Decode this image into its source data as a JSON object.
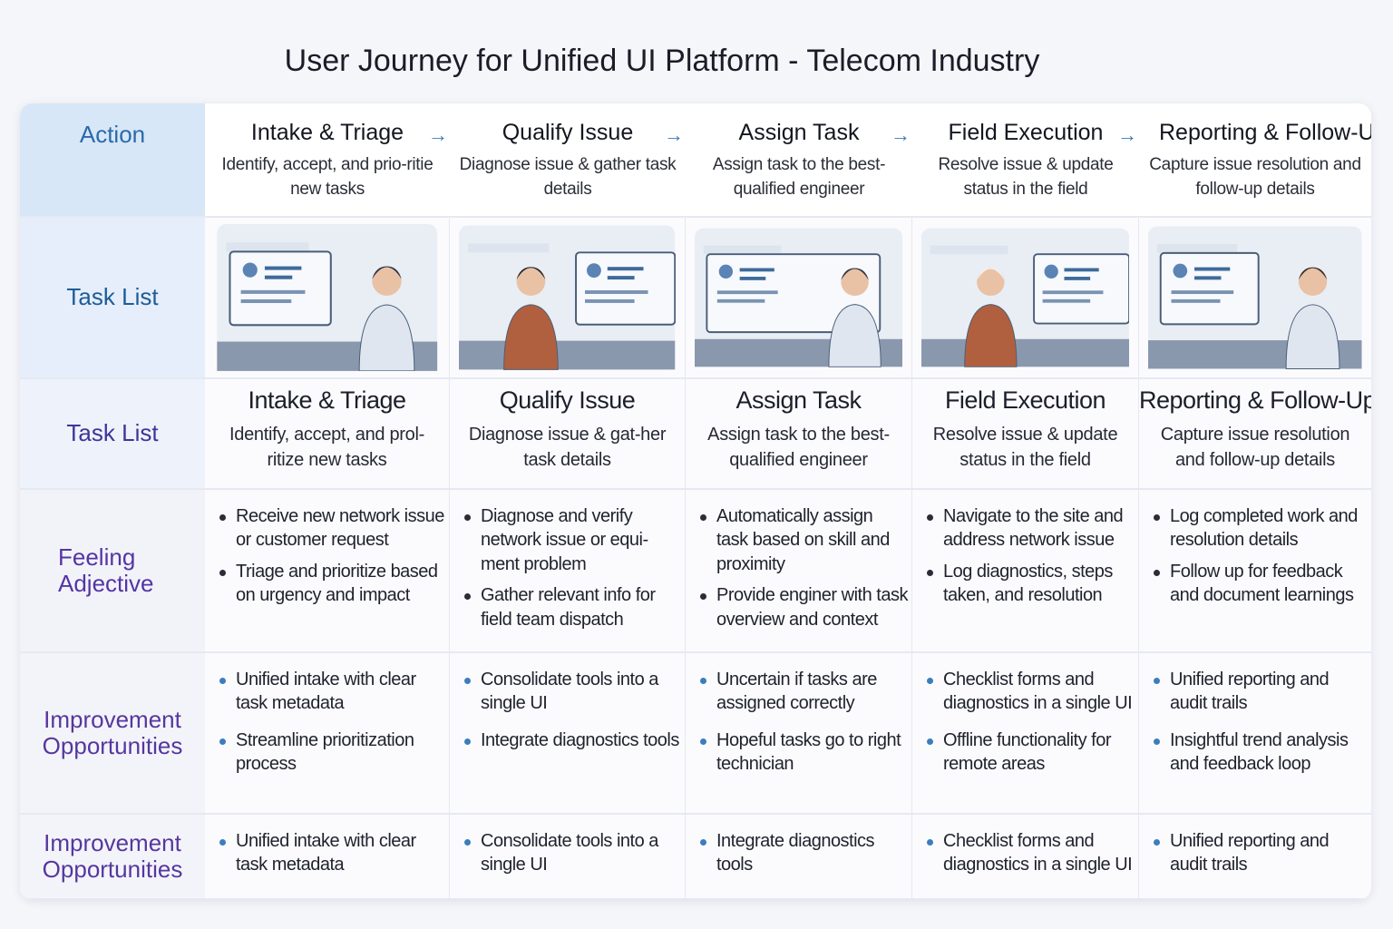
{
  "title": "User Journey for Unified UI Platform - Telecom Industry",
  "row_labels": [
    "Action",
    "Task List",
    "Task List",
    "Feeling Adjective",
    "Improvement Opportunities",
    "Improvement Opportunities"
  ],
  "arrow": "→",
  "stages": [
    {
      "title": "Intake & Triage",
      "action_desc": "Identify, accept, and prio-ritie new tasks",
      "task_desc": "Identify, accept, and prol-ritize new tasks",
      "feeling": [
        "Receive new network issue or customer request",
        "Triage and prioritize based on urgency and impact"
      ],
      "improve": [
        "Unified intake with clear task metadata",
        "Streamline prioritization process"
      ],
      "improve2": [
        "Unified intake with clear task metadata"
      ]
    },
    {
      "title": "Qualify Issue",
      "action_desc": "Diagnose issue & gather task details",
      "task_desc": "Diagnose issue & gat-her task details",
      "feeling": [
        "Diagnose and verify network issue or equi-ment problem",
        "Gather relevant info for field team dispatch"
      ],
      "improve": [
        "Consolidate tools into a single UI",
        "Integrate diagnostics tools"
      ],
      "improve2": [
        "Consolidate tools into a single UI"
      ]
    },
    {
      "title": "Assign Task",
      "action_desc": "Assign task to the best-qualified engineer",
      "task_desc": "Assign task to the best-qualified engineer",
      "feeling": [
        "Automatically assign task based on skill and proximity",
        "Provide enginer with task overview and context"
      ],
      "improve": [
        "Uncertain if tasks are assigned correctly",
        "Hopeful tasks go to right technician"
      ],
      "improve2": [
        "Integrate diagnostics tools"
      ]
    },
    {
      "title": "Field Execution",
      "action_desc": "Resolve issue & update status in the field",
      "task_desc": "Resolve issue & update status in the field",
      "feeling": [
        "Navigate to the site and address network issue",
        "Log diagnostics, steps taken, and resolution"
      ],
      "improve": [
        "Checklist forms and diagnostics in a single UI",
        "Offline functionality for remote areas"
      ],
      "improve2": [
        "Checklist forms and diagnostics in a single UI"
      ]
    },
    {
      "title": "Reporting & Follow-Up",
      "action_desc": "Capture issue resolution and follow-up details",
      "task_desc": "Capture issue resolution and follow-up details",
      "feeling": [
        "Log completed work and resolution details",
        "Follow up for feedback and document learnings"
      ],
      "improve": [
        "Unified reporting and audit trails",
        "Insightful trend analysis and feedback loop"
      ],
      "improve2": [
        "Unified reporting and audit trails"
      ]
    }
  ],
  "illustrations": [
    "support-agent-at-monitor-icon",
    "woman-with-tablet-icon",
    "map-dispatch-icon",
    "field-engineer-laptop-icon",
    "man-reporting-dashboard-icon"
  ]
}
